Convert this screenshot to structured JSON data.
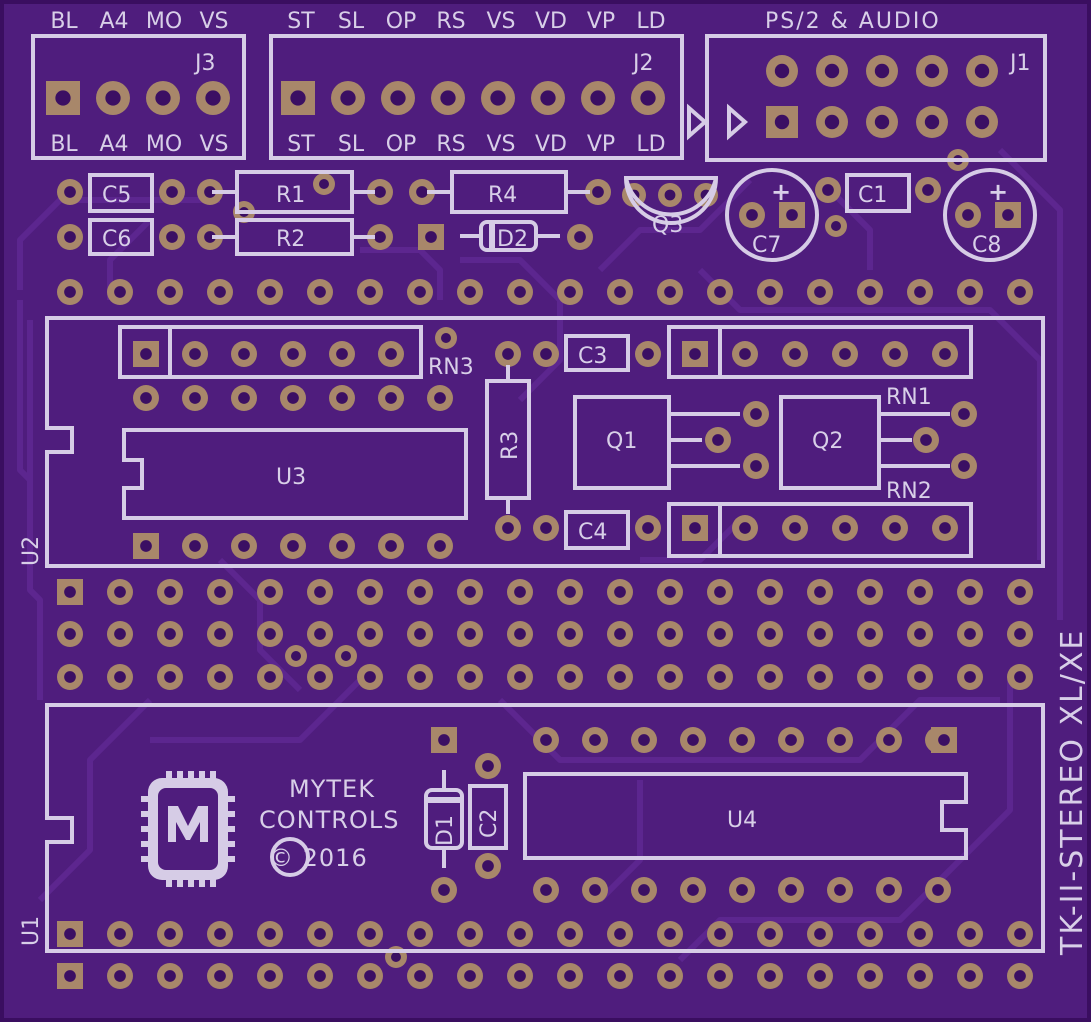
{
  "colors": {
    "board": "#4f1d7d",
    "board_edge": "#43136d",
    "trace": "#5f2a92",
    "silk": "#d6cce6",
    "pad": "#a8876a",
    "pad_hole": "#3b0f63"
  },
  "connectors": {
    "j3": {
      "ref": "J3",
      "top_labels": [
        "BL",
        "A4",
        "MO",
        "VS"
      ],
      "bottom_labels": [
        "BL",
        "A4",
        "MO",
        "VS"
      ]
    },
    "j2": {
      "ref": "J2",
      "top_labels": [
        "ST",
        "SL",
        "OP",
        "RS",
        "VS",
        "VD",
        "VP",
        "LD"
      ],
      "bottom_labels": [
        "ST",
        "SL",
        "OP",
        "RS",
        "VS",
        "VD",
        "VP",
        "LD"
      ]
    },
    "j1": {
      "ref": "J1",
      "title": "PS/2 & AUDIO"
    }
  },
  "parts": {
    "c5": "C5",
    "c6": "C6",
    "r1": "R1",
    "r2": "R2",
    "r4": "R4",
    "d2": "D2",
    "q3": "Q3",
    "c7": "C7",
    "c1": "C1",
    "c8": "C8",
    "rn3": "RN3",
    "c3": "C3",
    "r3": "R3",
    "q1": "Q1",
    "q2": "Q2",
    "rn1": "RN1",
    "rn2": "RN2",
    "c4": "C4",
    "u3": "U3",
    "u2": "U2",
    "u4": "U4",
    "u1": "U1",
    "d1": "D1",
    "c2": "C2",
    "plus_c7": "+",
    "plus_c8": "+"
  },
  "branding": {
    "line1": "MYTEK",
    "line2": "CONTROLS",
    "line3": "© 2016",
    "board_name": "TK-II-STEREO XL/XE",
    "logo": "mytek-chip-logo"
  }
}
